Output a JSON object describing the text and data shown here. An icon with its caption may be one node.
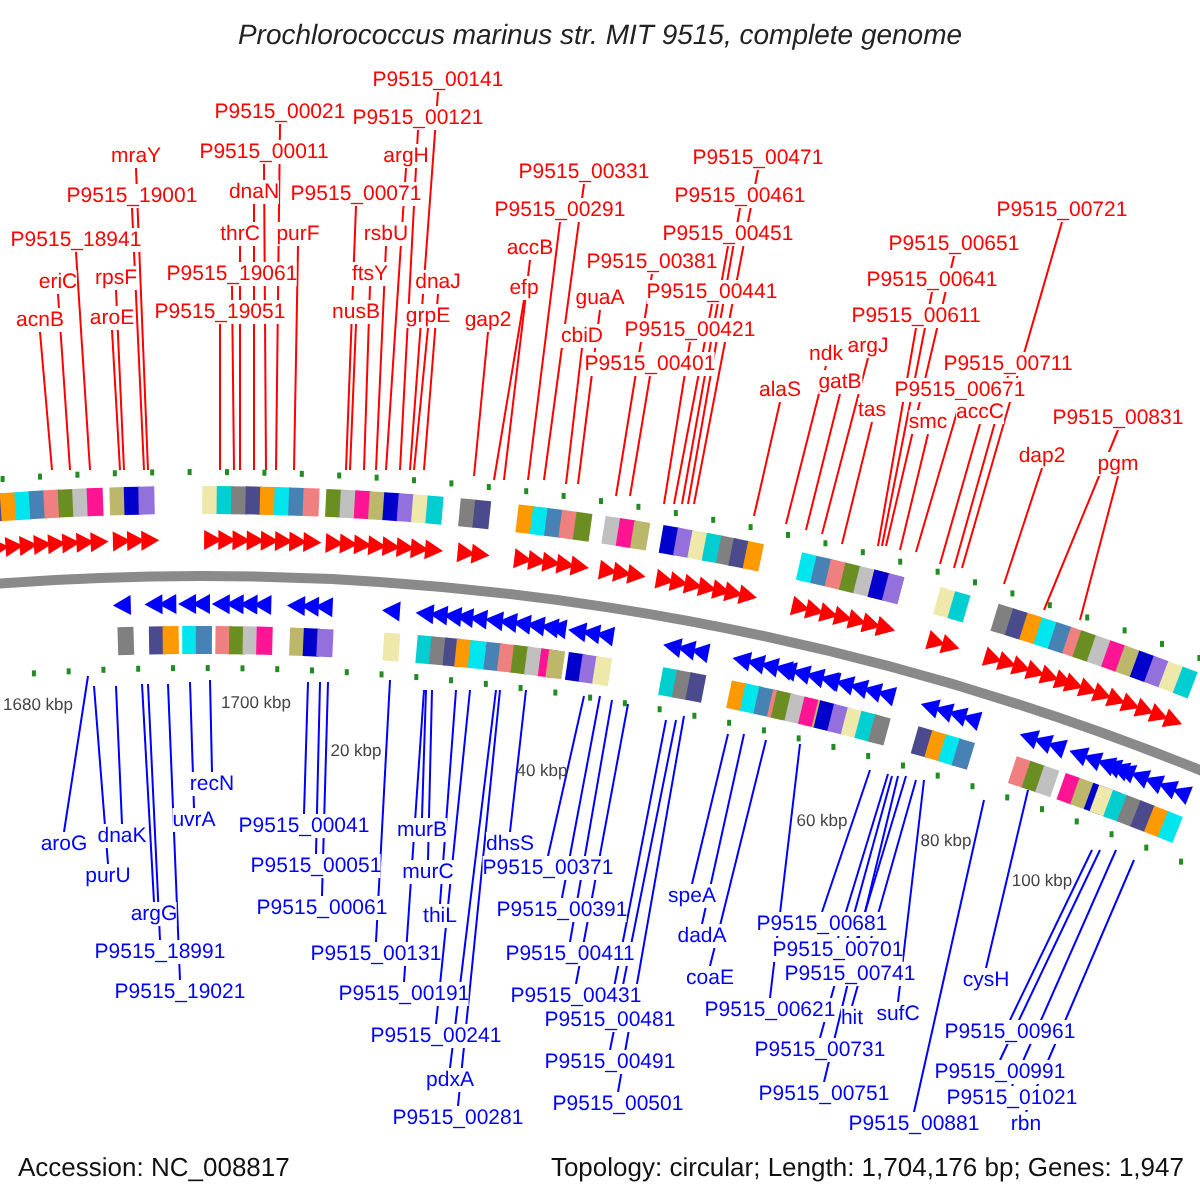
{
  "diagram": {
    "title": "Prochlorococcus marinus str. MIT 9515, complete genome",
    "nodes": [
      {
        "text": [
          "acnB"
        ]
      },
      {
        "text": [
          "eriC"
        ]
      },
      {
        "text": [
          "P9515_18941"
        ]
      },
      {
        "text": [
          "aroE"
        ]
      },
      {
        "text": [
          "rpsF"
        ]
      },
      {
        "text": [
          "P9515_19001"
        ]
      },
      {
        "text": [
          "mraY"
        ]
      },
      {
        "text": [
          "P9515_19051"
        ]
      },
      {
        "text": [
          "P9515_19061"
        ]
      },
      {
        "text": [
          "thrC"
        ]
      },
      {
        "text": [
          "dnaN"
        ]
      },
      {
        "text": [
          "P9515_00011"
        ]
      },
      {
        "text": [
          "P9515_00021"
        ]
      },
      {
        "text": [
          "purF"
        ]
      },
      {
        "text": [
          "P9515_00071"
        ]
      },
      {
        "text": [
          "nusB"
        ]
      },
      {
        "text": [
          "ftsY"
        ]
      },
      {
        "text": [
          "rsbU"
        ]
      },
      {
        "text": [
          "argH"
        ]
      },
      {
        "text": [
          "P9515_00121"
        ]
      },
      {
        "text": [
          "P9515_00141"
        ]
      },
      {
        "text": [
          "grpE"
        ]
      },
      {
        "text": [
          "dnaJ"
        ]
      },
      {
        "text": [
          "gap2"
        ]
      },
      {
        "text": [
          "efp"
        ]
      },
      {
        "text": [
          "accB"
        ]
      },
      {
        "text": [
          "P9515_00291"
        ]
      },
      {
        "text": [
          "P9515_00331"
        ]
      },
      {
        "text": [
          "cbiD"
        ]
      },
      {
        "text": [
          "guaA"
        ]
      },
      {
        "text": [
          "P9515_00381"
        ]
      },
      {
        "text": [
          "P9515_00401"
        ]
      },
      {
        "text": [
          "P9515_00421"
        ]
      },
      {
        "text": [
          "P9515_00441"
        ]
      },
      {
        "text": [
          "P9515_00451"
        ]
      },
      {
        "text": [
          "P9515_00461"
        ]
      },
      {
        "text": [
          "P9515_00471"
        ]
      },
      {
        "text": [
          "alaS"
        ]
      },
      {
        "text": [
          "ndk"
        ]
      },
      {
        "text": [
          "gatB"
        ]
      },
      {
        "text": [
          "argJ"
        ]
      },
      {
        "text": [
          "tas"
        ]
      },
      {
        "text": [
          "P9515_00611"
        ]
      },
      {
        "text": [
          "P9515_00641"
        ]
      },
      {
        "text": [
          "P9515_00651"
        ]
      },
      {
        "text": [
          "smc"
        ]
      },
      {
        "text": [
          "P9515_00671"
        ]
      },
      {
        "text": [
          "accC"
        ]
      },
      {
        "text": [
          "P9515_00711"
        ]
      },
      {
        "text": [
          "P9515_00721"
        ]
      },
      {
        "text": [
          "dap2"
        ]
      },
      {
        "text": [
          "P9515_00831"
        ]
      },
      {
        "text": [
          "pgm"
        ]
      },
      {
        "text": [
          "aroG"
        ]
      },
      {
        "text": [
          "purU"
        ]
      },
      {
        "text": [
          "dnaK"
        ]
      },
      {
        "text": [
          "argG"
        ]
      },
      {
        "text": [
          "P9515_18991"
        ]
      },
      {
        "text": [
          "P9515_19021"
        ]
      },
      {
        "text": [
          "uvrA"
        ]
      },
      {
        "text": [
          "recN"
        ]
      },
      {
        "text": [
          "P9515_00041"
        ]
      },
      {
        "text": [
          "P9515_00051"
        ]
      },
      {
        "text": [
          "P9515_00061"
        ]
      },
      {
        "text": [
          "P9515_00131"
        ]
      },
      {
        "text": [
          "murB"
        ]
      },
      {
        "text": [
          "murC"
        ]
      },
      {
        "text": [
          "thiL"
        ]
      },
      {
        "text": [
          "P9515_00191"
        ]
      },
      {
        "text": [
          "P9515_00241"
        ]
      },
      {
        "text": [
          "pdxA"
        ]
      },
      {
        "text": [
          "P9515_00281"
        ]
      },
      {
        "text": [
          "dhsS"
        ]
      },
      {
        "text": [
          "P9515_00371"
        ]
      },
      {
        "text": [
          "P9515_00391"
        ]
      },
      {
        "text": [
          "P9515_00411"
        ]
      },
      {
        "text": [
          "P9515_00431"
        ]
      },
      {
        "text": [
          "P9515_00481"
        ]
      },
      {
        "text": [
          "P9515_00491"
        ]
      },
      {
        "text": [
          "P9515_00501"
        ]
      },
      {
        "text": [
          "speA"
        ]
      },
      {
        "text": [
          "dadA"
        ]
      },
      {
        "text": [
          "coaE"
        ]
      },
      {
        "text": [
          "P9515_00621"
        ]
      },
      {
        "text": [
          "P9515_00681"
        ]
      },
      {
        "text": [
          "P9515_00701"
        ]
      },
      {
        "text": [
          "P9515_00741"
        ]
      },
      {
        "text": [
          "P9515_00731"
        ]
      },
      {
        "text": [
          "hit"
        ]
      },
      {
        "text": [
          "sufC"
        ]
      },
      {
        "text": [
          "P9515_00751"
        ]
      },
      {
        "text": [
          "cysH"
        ]
      },
      {
        "text": [
          "P9515_00881"
        ]
      },
      {
        "text": [
          "P9515_00961"
        ]
      },
      {
        "text": [
          "P9515_00991"
        ]
      },
      {
        "text": [
          "P9515_01021"
        ]
      },
      {
        "text": [
          "rbn"
        ]
      }
    ],
    "edges": [
      {
        "from": 0,
        "to": null,
        "arrow": "none"
      },
      {
        "from": 1,
        "to": null,
        "arrow": "none"
      },
      {
        "from": 2,
        "to": null,
        "arrow": "none"
      },
      {
        "from": 3,
        "to": null,
        "arrow": "none"
      },
      {
        "from": 4,
        "to": null,
        "arrow": "none"
      },
      {
        "from": 5,
        "to": null,
        "arrow": "none"
      },
      {
        "from": 6,
        "to": null,
        "arrow": "none"
      },
      {
        "from": 7,
        "to": null,
        "arrow": "none"
      },
      {
        "from": 8,
        "to": null,
        "arrow": "none"
      },
      {
        "from": 9,
        "to": null,
        "arrow": "none"
      },
      {
        "from": 10,
        "to": null,
        "arrow": "none"
      },
      {
        "from": 11,
        "to": null,
        "arrow": "none"
      },
      {
        "from": 12,
        "to": null,
        "arrow": "none"
      },
      {
        "from": 13,
        "to": null,
        "arrow": "none"
      },
      {
        "from": 14,
        "to": null,
        "arrow": "none"
      },
      {
        "from": 15,
        "to": null,
        "arrow": "none"
      },
      {
        "from": 16,
        "to": null,
        "arrow": "none"
      },
      {
        "from": 17,
        "to": null,
        "arrow": "none"
      },
      {
        "from": 18,
        "to": null,
        "arrow": "none"
      },
      {
        "from": 19,
        "to": null,
        "arrow": "none"
      },
      {
        "from": 20,
        "to": null,
        "arrow": "none"
      },
      {
        "from": 21,
        "to": null,
        "arrow": "none"
      },
      {
        "from": 22,
        "to": null,
        "arrow": "none"
      },
      {
        "from": 23,
        "to": null,
        "arrow": "none"
      },
      {
        "from": 24,
        "to": null,
        "arrow": "none"
      },
      {
        "from": 25,
        "to": null,
        "arrow": "none"
      },
      {
        "from": 26,
        "to": null,
        "arrow": "none"
      },
      {
        "from": 27,
        "to": null,
        "arrow": "none"
      },
      {
        "from": 28,
        "to": null,
        "arrow": "none"
      },
      {
        "from": 29,
        "to": null,
        "arrow": "none"
      },
      {
        "from": 30,
        "to": null,
        "arrow": "none"
      },
      {
        "from": 31,
        "to": null,
        "arrow": "none"
      },
      {
        "from": 32,
        "to": null,
        "arrow": "none"
      },
      {
        "from": 33,
        "to": null,
        "arrow": "none"
      },
      {
        "from": 34,
        "to": null,
        "arrow": "none"
      },
      {
        "from": 35,
        "to": null,
        "arrow": "none"
      },
      {
        "from": 36,
        "to": null,
        "arrow": "none"
      },
      {
        "from": 37,
        "to": null,
        "arrow": "none"
      },
      {
        "from": 38,
        "to": null,
        "arrow": "none"
      },
      {
        "from": 39,
        "to": null,
        "arrow": "none"
      },
      {
        "from": 40,
        "to": null,
        "arrow": "none"
      },
      {
        "from": 41,
        "to": null,
        "arrow": "none"
      },
      {
        "from": 42,
        "to": null,
        "arrow": "none"
      },
      {
        "from": 43,
        "to": null,
        "arrow": "none"
      },
      {
        "from": 44,
        "to": null,
        "arrow": "none"
      },
      {
        "from": 45,
        "to": null,
        "arrow": "none"
      },
      {
        "from": 46,
        "to": null,
        "arrow": "none"
      },
      {
        "from": 47,
        "to": null,
        "arrow": "none"
      },
      {
        "from": 48,
        "to": null,
        "arrow": "none"
      },
      {
        "from": 49,
        "to": null,
        "arrow": "none"
      },
      {
        "from": 50,
        "to": null,
        "arrow": "none"
      },
      {
        "from": 51,
        "to": null,
        "arrow": "none"
      },
      {
        "from": 52,
        "to": null,
        "arrow": "none"
      },
      {
        "from": 53,
        "to": null,
        "arrow": "none",
        "color": "#0000ff"
      },
      {
        "from": 54,
        "to": null,
        "arrow": "none",
        "color": "#0000ff"
      },
      {
        "from": 55,
        "to": null,
        "arrow": "none",
        "color": "#0000ff"
      },
      {
        "from": 56,
        "to": null,
        "arrow": "none",
        "color": "#0000ff"
      },
      {
        "from": 57,
        "to": null,
        "arrow": "none",
        "color": "#0000ff"
      },
      {
        "from": 58,
        "to": null,
        "arrow": "none",
        "color": "#0000ff"
      },
      {
        "from": 59,
        "to": null,
        "arrow": "none",
        "color": "#0000ff"
      },
      {
        "from": 60,
        "to": null,
        "arrow": "none",
        "color": "#0000ff"
      },
      {
        "from": 61,
        "to": null,
        "arrow": "none",
        "color": "#0000ff"
      },
      {
        "from": 62,
        "to": null,
        "arrow": "none",
        "color": "#0000ff"
      },
      {
        "from": 63,
        "to": null,
        "arrow": "none",
        "color": "#0000ff"
      },
      {
        "from": 64,
        "to": null,
        "arrow": "none",
        "color": "#0000ff"
      },
      {
        "from": 65,
        "to": null,
        "arrow": "none",
        "color": "#0000ff"
      },
      {
        "from": 66,
        "to": null,
        "arrow": "none",
        "color": "#0000ff"
      },
      {
        "from": 67,
        "to": null,
        "arrow": "none",
        "color": "#0000ff"
      },
      {
        "from": 68,
        "to": null,
        "arrow": "none",
        "color": "#0000ff"
      },
      {
        "from": 69,
        "to": null,
        "arrow": "none",
        "color": "#0000ff"
      },
      {
        "from": 70,
        "to": null,
        "arrow": "none",
        "color": "#0000ff"
      },
      {
        "from": 71,
        "to": null,
        "arrow": "none",
        "color": "#0000ff"
      },
      {
        "from": 72,
        "to": null,
        "arrow": "none",
        "color": "#0000ff"
      },
      {
        "from": 73,
        "to": null,
        "arrow": "none",
        "color": "#0000ff"
      },
      {
        "from": 74,
        "to": null,
        "arrow": "none",
        "color": "#0000ff"
      },
      {
        "from": 75,
        "to": null,
        "arrow": "none",
        "color": "#0000ff"
      },
      {
        "from": 76,
        "to": null,
        "arrow": "none",
        "color": "#0000ff"
      },
      {
        "from": 77,
        "to": null,
        "arrow": "none",
        "color": "#0000ff"
      },
      {
        "from": 78,
        "to": null,
        "arrow": "none",
        "color": "#0000ff"
      },
      {
        "from": 79,
        "to": null,
        "arrow": "none",
        "color": "#0000ff"
      },
      {
        "from": 80,
        "to": null,
        "arrow": "none",
        "color": "#0000ff"
      },
      {
        "from": 81,
        "to": null,
        "arrow": "none",
        "color": "#0000ff"
      },
      {
        "from": 82,
        "to": null,
        "arrow": "none",
        "color": "#0000ff"
      },
      {
        "from": 83,
        "to": null,
        "arrow": "none",
        "color": "#0000ff"
      },
      {
        "from": 84,
        "to": null,
        "arrow": "none",
        "color": "#0000ff"
      },
      {
        "from": 85,
        "to": null,
        "arrow": "none",
        "color": "#0000ff"
      },
      {
        "from": 86,
        "to": null,
        "arrow": "none",
        "color": "#0000ff"
      },
      {
        "from": 87,
        "to": null,
        "arrow": "none",
        "color": "#0000ff"
      },
      {
        "from": 88,
        "to": null,
        "arrow": "none",
        "color": "#0000ff"
      },
      {
        "from": 89,
        "to": null,
        "arrow": "none",
        "color": "#0000ff"
      },
      {
        "from": 90,
        "to": null,
        "arrow": "none",
        "color": "#0000ff"
      },
      {
        "from": 91,
        "to": null,
        "arrow": "none",
        "color": "#0000ff"
      },
      {
        "from": 92,
        "to": null,
        "arrow": "none",
        "color": "#0000ff"
      },
      {
        "from": 93,
        "to": null,
        "arrow": "none",
        "color": "#0000ff"
      },
      {
        "from": 94,
        "to": null,
        "arrow": "none",
        "color": "#0000ff"
      },
      {
        "from": 95,
        "to": null,
        "arrow": "none",
        "color": "#0000ff"
      },
      {
        "from": 96,
        "to": null,
        "arrow": "none",
        "color": "#0000ff"
      }
    ],
    "labels": [
      "1680 kbp",
      "1700 kbp",
      "20 kbp",
      "40 kbp",
      "60 kbp",
      "80 kbp",
      "100 kbp",
      "Accession: NC_008817",
      "Topology: circular; Length: 1,704,176 bp; Genes: 1,947"
    ]
  }
}
